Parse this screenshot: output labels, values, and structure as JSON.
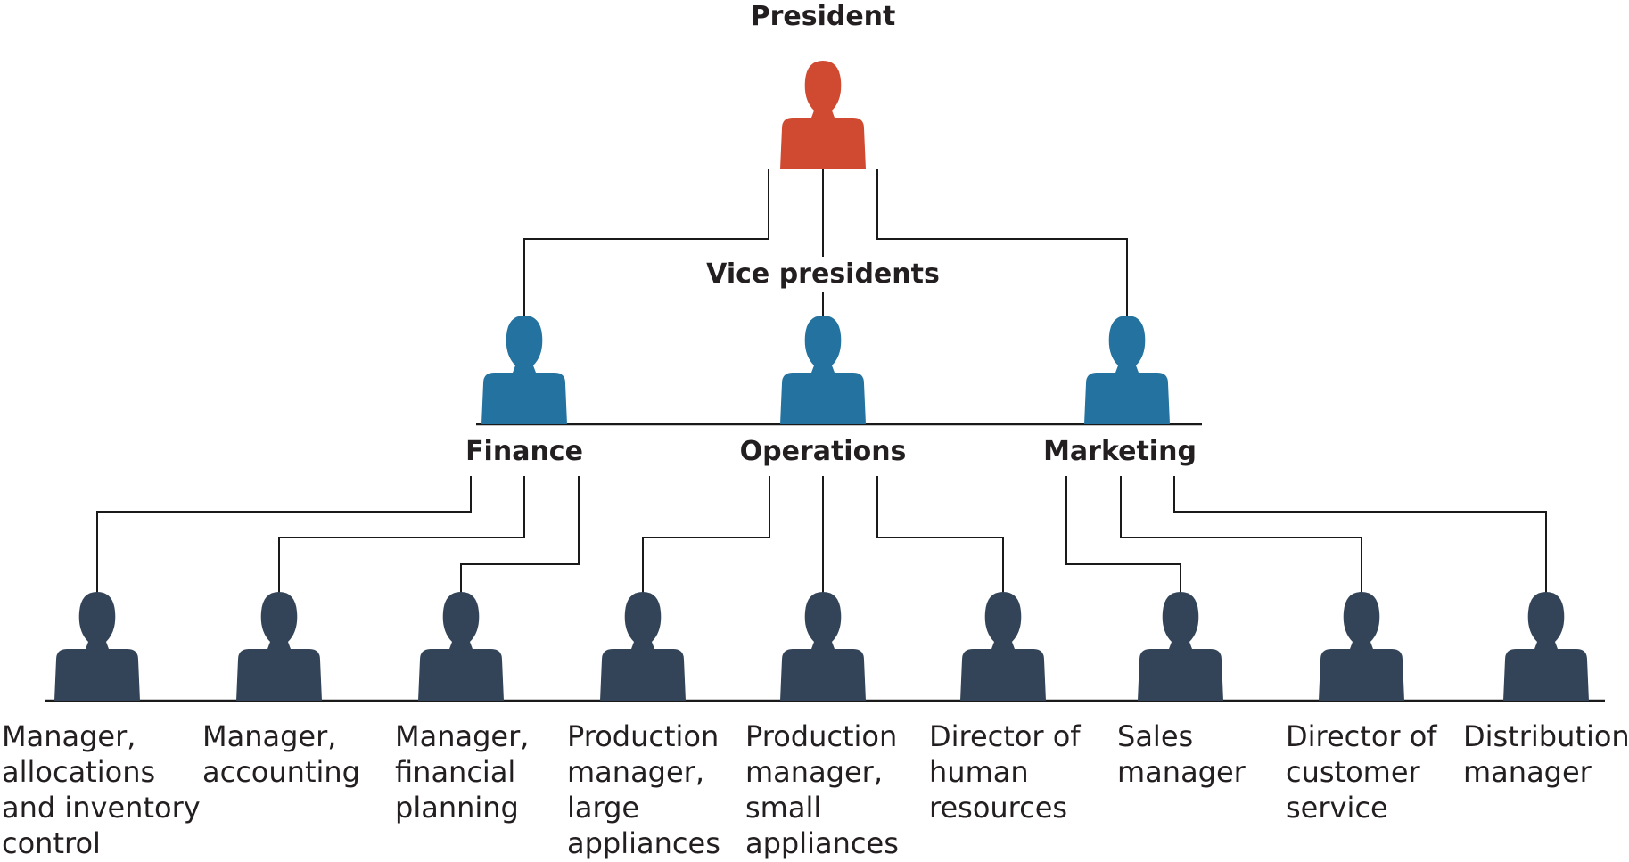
{
  "colors": {
    "president": "#d04a31",
    "vice_president": "#23729f",
    "manager": "#344458",
    "text": "#231f20",
    "line": "#1a1a1a"
  },
  "icons": {
    "president": "person-icon",
    "vice_president": "person-icon",
    "manager": "person-icon"
  },
  "president": {
    "label": "President"
  },
  "vp_group_label": "Vice presidents",
  "vps": [
    {
      "label": "Finance"
    },
    {
      "label": "Operations"
    },
    {
      "label": "Marketing"
    }
  ],
  "managers": [
    {
      "label_lines": [
        "Manager,",
        "allocations",
        "and inventory",
        "control"
      ]
    },
    {
      "label_lines": [
        "Manager,",
        "accounting"
      ]
    },
    {
      "label_lines": [
        "Manager,",
        "financial",
        "planning"
      ]
    },
    {
      "label_lines": [
        "Production",
        "manager,",
        "large",
        "appliances"
      ]
    },
    {
      "label_lines": [
        "Production",
        "manager,",
        "small",
        "appliances"
      ]
    },
    {
      "label_lines": [
        "Director of",
        "human",
        "resources"
      ]
    },
    {
      "label_lines": [
        "Sales",
        "manager"
      ]
    },
    {
      "label_lines": [
        "Director of",
        "customer",
        "service"
      ]
    },
    {
      "label_lines": [
        "Distribution",
        "manager"
      ]
    }
  ]
}
